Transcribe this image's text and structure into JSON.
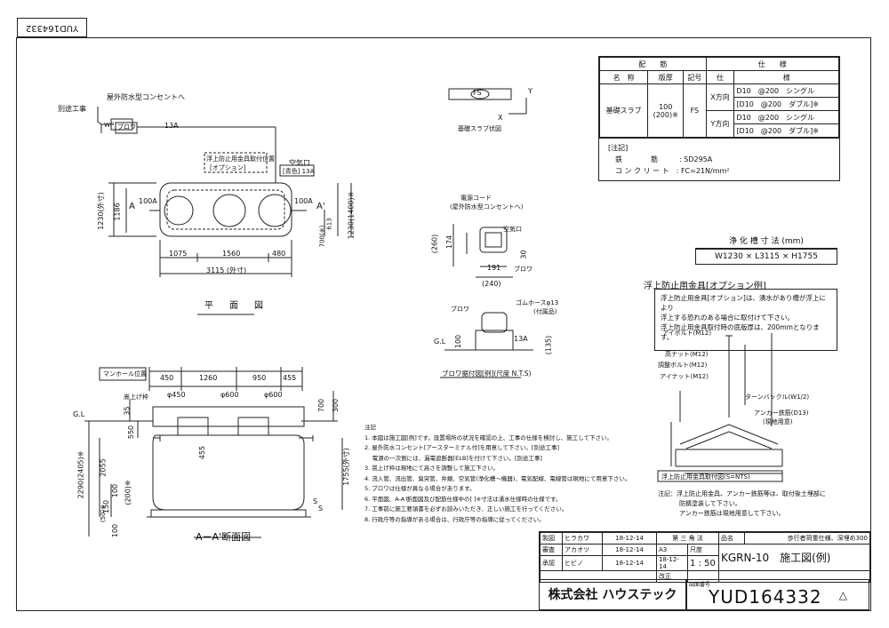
{
  "drawing_no_corner": "YUD164332",
  "spec": {
    "header": [
      "配",
      "筋",
      "仕",
      "様"
    ],
    "cols": [
      "名　称",
      "版厚",
      "記号",
      "仕",
      "様"
    ],
    "row_name": "基礎スラブ",
    "thickness": "100\n(200)※",
    "symbol": "FS",
    "x_dir": "X方向",
    "y_dir": "Y方向",
    "x1": "D10　@200　シングル",
    "x2": "[D10　@200　ダブル]※",
    "y1": "D10　@200　シングル",
    "y2": "[D10　@200　ダブル]※",
    "note_title": "[注記]",
    "rebar_label": "鉄　　　　筋",
    "rebar_val": ": SD295A",
    "concrete_label": "コ ン ク リ ー ト",
    "concrete_val": ": FC=21N/mm²"
  },
  "size": {
    "title": "浄 化 槽 寸 法 (mm)",
    "value": "W1230 × L3115 × H1755"
  },
  "anchor": {
    "title": "浮上防止用金具[オプション例]",
    "lines": [
      "浮上防止用金具[オプション]は、湧水があり槽が浮上により",
      "浮上する恐れのある場合に取付けて下さい。",
      "浮上防止用金具取付時の底版厚は、200mmとなります。"
    ],
    "diagram_caption": "浮上防止用金具取付図(S=NTS)",
    "caution1": "注記：浮上防止用金具、アンカー鉄筋等は、取付後土埋部に",
    "caution2": "防錆塗装して下さい。",
    "caution3": "アンカー鉄筋は現地用意して下さい。",
    "labels": [
      "アイボルト(M12)",
      "高ナット(M12)",
      "調整ボルト(M12)",
      "アイナット(M12)",
      "ターンバックル(W1/2)",
      "アンカー鉄筋(D13)",
      "(現地用意)"
    ]
  },
  "plan": {
    "title": "平　面　図",
    "labels": [
      "別途工事",
      "屋外防水型コンセントへ",
      "WP",
      "ブロワ",
      "13A",
      "浮上防止用金具取付位置",
      "[オプション]",
      "空気口",
      "[青色] 13A",
      "100A",
      "100A",
      "A",
      "A'"
    ],
    "dims": [
      "1075",
      "1560",
      "480",
      "3115 (外寸)",
      "1230(外寸)",
      "1186",
      "700(※)",
      "613",
      "1230(1400)※"
    ]
  },
  "section": {
    "title": "A－A'断面図",
    "labels": [
      "マンホール位置",
      "嵩上げ枠",
      "φ450",
      "φ600",
      "φ600",
      "G.L",
      "S",
      "S"
    ],
    "dims": [
      "450",
      "1260",
      "950",
      "455",
      "35",
      "550",
      "455",
      "700",
      "300",
      "2055",
      "2290(2405)※",
      "1755(外寸)",
      "100",
      "(200)※",
      "150",
      "(50)※",
      "100"
    ]
  },
  "base": {
    "title": "基礎スラブ伏図",
    "fs": "FS",
    "x": "X",
    "y": "Y"
  },
  "blower": {
    "title": "ブロワ据付図[例](尺度 N.T.S)",
    "labels": [
      "電源コード",
      "(屋外防水型コンセントへ)",
      "空気口",
      "ブロワ",
      "ブロワ",
      "ゴムホースφ13",
      "(付属品)",
      "G.L",
      "13A"
    ],
    "dims": [
      "(260)",
      "174",
      "30",
      "191",
      "(240)",
      "100",
      "(135)"
    ]
  },
  "notes": {
    "title": "注記",
    "lines": [
      "1. 本図は施工図[例]です。設置場所の状況を確認の上、工事の仕様を検討し、施工して下さい。",
      "2. 屋外防水コンセント[アースターミナル付]を用意して下さい。[別途工事]",
      "　 電源の一次側には、漏電遮断器[ELB]を付けて下さい。[別途工事]",
      "3. 嵩上げ枠は現地にて高さを調整して施工下さい。",
      "4. 流入管、流出管、臭突管、弁類、空気管(浄化槽～機器)、電気配線、電線管は現地にて用意下さい。",
      "5. ブロワは仕様が異なる場合があります。",
      "6. 平面図、A-A'断面図及び配筋仕様中の[ ]※寸法は湧水仕様時の仕様です。",
      "7. 工事前に施工要領書を必ずお読みいただき、正しい施工を行ってください。",
      "8. 行政庁等の指導がある場合は、行政庁等の指導に従ってください。"
    ]
  },
  "title_block": {
    "rows": [
      [
        "製図",
        "ヒラカワ",
        "18-12-14"
      ],
      [
        "審査",
        "アカオツ",
        "18-12-14"
      ],
      [
        "承認",
        "ヒビノ",
        "18-12-14"
      ]
    ],
    "angle": "第 三 角 法",
    "scale_lbl": "尺度",
    "scale": "1 : 50",
    "rev_lbl": "改正",
    "rev_date": "18-12-14",
    "paper_lbl": "A3",
    "name_lbl": "品名",
    "product": "歩行者荷重仕様、深埋め300",
    "model": "KGRN-10　施工図(例)",
    "dwg_lbl": "図面番号",
    "company": "株式会社 ハウステック",
    "drawing_no": "YUD164332",
    "rev_mark": "△"
  }
}
